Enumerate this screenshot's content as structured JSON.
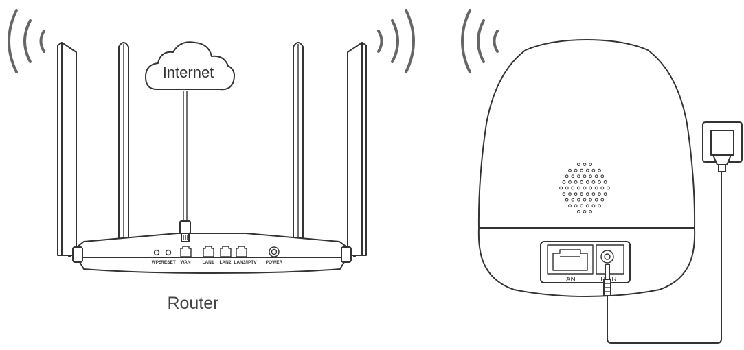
{
  "labels": {
    "cloud": "Internet",
    "router": "Router",
    "camera_lan": "LAN",
    "camera_power": "PWR"
  },
  "router_ports": {
    "wps": "WPS",
    "reset": "RESET",
    "wan": "WAN",
    "lan1": "LAN1",
    "lan2": "LAN2",
    "lan3": "LAN3/IPTV",
    "power": "POWER"
  },
  "icons": [
    "wifi-waves-icon",
    "cloud-icon",
    "ethernet-plug-icon",
    "power-adapter-icon"
  ],
  "colors": {
    "line": "#333333",
    "waves": "#666666",
    "background": "#ffffff"
  }
}
